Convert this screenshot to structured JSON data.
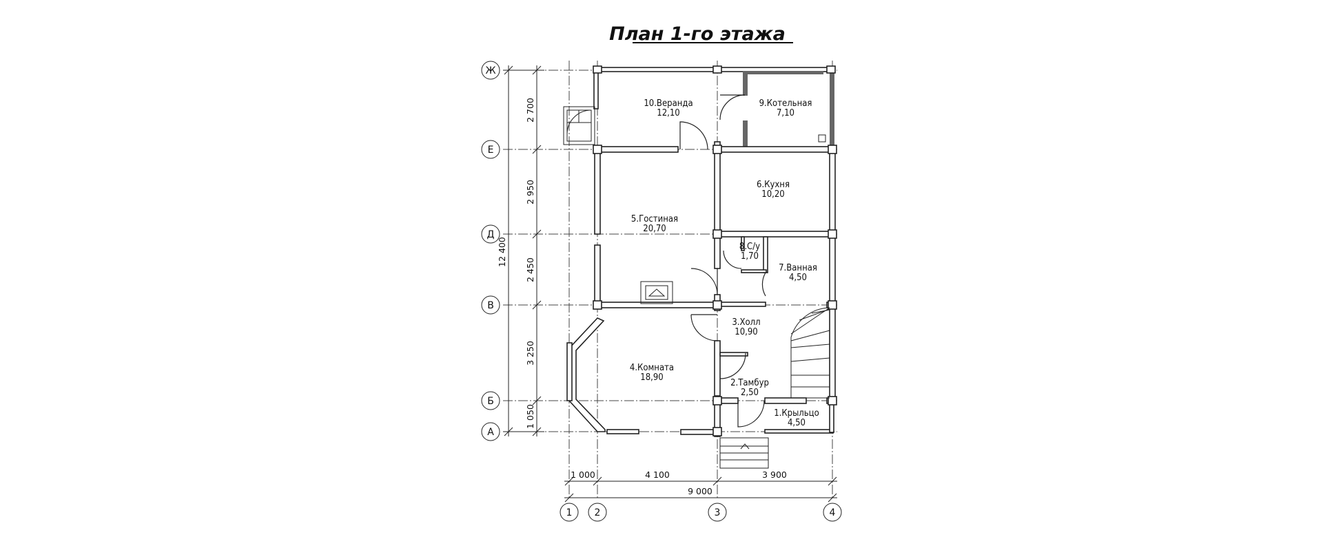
{
  "title": "План 1-го этажа",
  "axes": {
    "rows": [
      "Ж",
      "Е",
      "Д",
      "В",
      "Б",
      "А"
    ],
    "cols": [
      "1",
      "2",
      "3",
      "4"
    ]
  },
  "dimensions": {
    "vertical": [
      "2 700",
      "2 950",
      "2 450",
      "3 250",
      "1 050"
    ],
    "vertical_total": "12 400",
    "horizontal": [
      "1 000",
      "4 100",
      "3 900"
    ],
    "horizontal_total": "9 000"
  },
  "rooms": [
    {
      "name": "10.Веранда",
      "area": "12,10"
    },
    {
      "name": "9.Котельная",
      "area": "7,10"
    },
    {
      "name": "6.Кухня",
      "area": "10,20"
    },
    {
      "name": "5.Гостиная",
      "area": "20,70"
    },
    {
      "name": "8.С/у",
      "area": "1,70"
    },
    {
      "name": "7.Ванная",
      "area": "4,50"
    },
    {
      "name": "3.Холл",
      "area": "10,90"
    },
    {
      "name": "4.Комната",
      "area": "18,90"
    },
    {
      "name": "2.Тамбур",
      "area": "2,50"
    },
    {
      "name": "1.Крыльцо",
      "area": "4,50"
    }
  ]
}
